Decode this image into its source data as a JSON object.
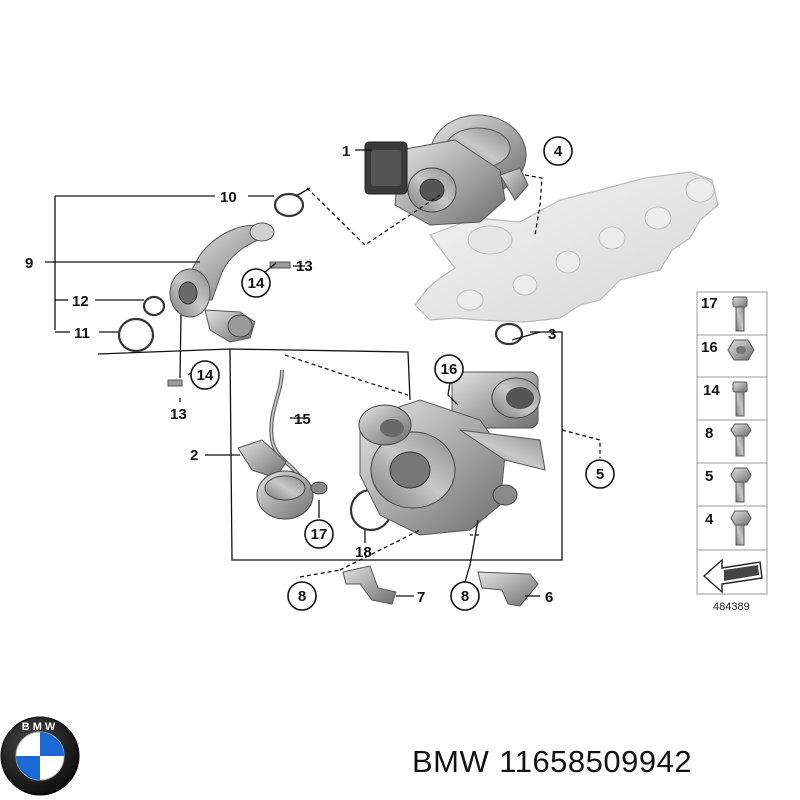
{
  "callouts": {
    "c1": "1",
    "c2": "2",
    "c3": "3",
    "c4": "4",
    "c5": "5",
    "c6": "6",
    "c7": "7",
    "c8a": "8",
    "c8b": "8",
    "c9": "9",
    "c10": "10",
    "c11": "11",
    "c12": "12",
    "c13a": "13",
    "c13b": "13",
    "c14a": "14",
    "c14b": "14",
    "c15": "15",
    "c16": "16",
    "c17": "17",
    "c18": "18"
  },
  "legend": {
    "items": [
      "17",
      "16",
      "14",
      "8",
      "5",
      "4"
    ],
    "ref_number": "484389"
  },
  "footer": {
    "brand": "BMW",
    "part_number": "11658509942"
  },
  "logo": {
    "text": "BMW",
    "colors": {
      "blue": "#1c69d4",
      "ring": "#111111"
    }
  }
}
